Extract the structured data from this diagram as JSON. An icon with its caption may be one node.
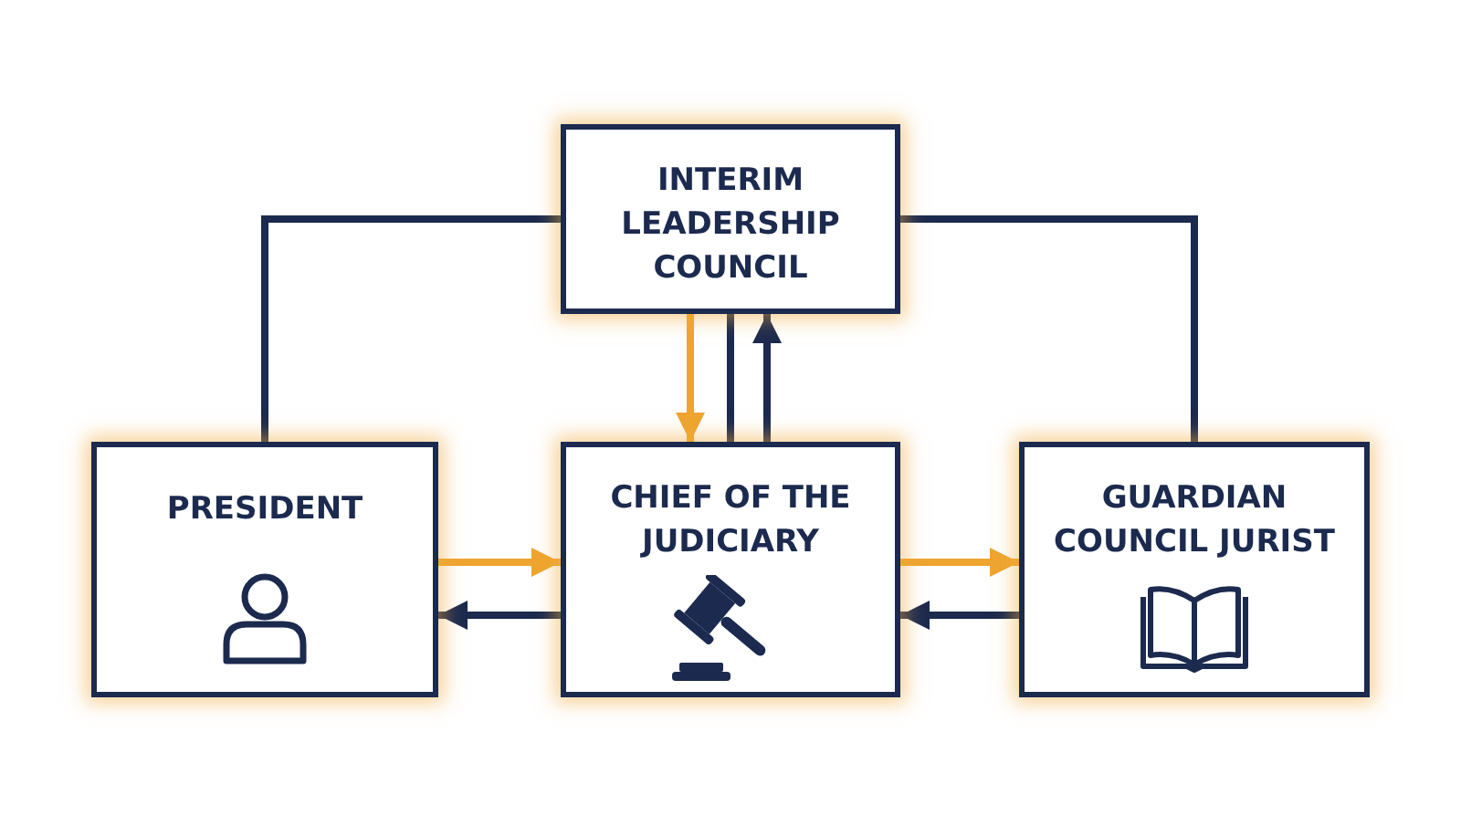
{
  "diagram": {
    "nodes": [
      {
        "text": [
          "INTERIM LEADERSHIP COUNCIL"
        ]
      },
      {
        "text": [
          "PRESIDENT"
        ]
      },
      {
        "text": [
          "CHIEF OF THE JUDICIARY"
        ]
      },
      {
        "text": [
          "GUARDIAN COUNCIL JURIST"
        ]
      }
    ],
    "edges": [
      {
        "from": 0,
        "to": 1,
        "arrow": "none"
      },
      {
        "from": 0,
        "to": 3,
        "arrow": "none"
      },
      {
        "from": 0,
        "to": 2,
        "arrow": "to",
        "color": "#eea52f"
      },
      {
        "from": 0,
        "to": 2,
        "arrow": "none"
      },
      {
        "from": 2,
        "to": 0,
        "arrow": "to"
      },
      {
        "from": 1,
        "to": 2,
        "arrow": "to",
        "color": "#eea52f"
      },
      {
        "from": 2,
        "to": 1,
        "arrow": "to"
      },
      {
        "from": 2,
        "to": 3,
        "arrow": "to",
        "color": "#eea52f"
      },
      {
        "from": 3,
        "to": 2,
        "arrow": "to"
      }
    ]
  }
}
